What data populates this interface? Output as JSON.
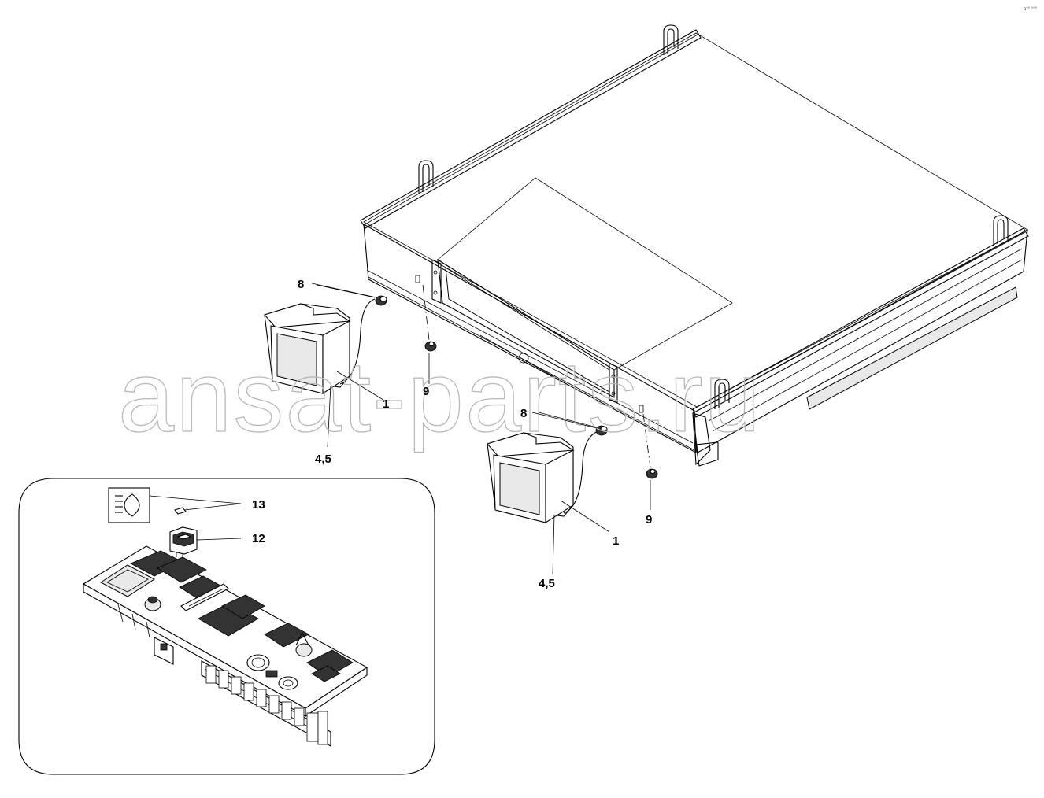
{
  "diagram": {
    "corner_mark": "a°° °°°",
    "watermark": "ansat-parts.ru",
    "callouts": {
      "lamp_left_8": "8",
      "lamp_left_1": "1",
      "lamp_left_9": "9",
      "lamp_left_45": "4,5",
      "lamp_right_8": "8",
      "lamp_right_1": "1",
      "lamp_right_9": "9",
      "lamp_right_45": "4,5",
      "switch_symbol_13": "13",
      "switch_12": "12"
    }
  }
}
